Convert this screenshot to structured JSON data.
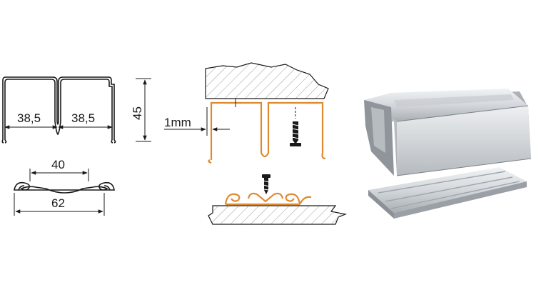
{
  "dimensions": {
    "width_left": "38,5",
    "width_right": "38,5",
    "height": "45",
    "inner_width": "40",
    "outer_width": "62",
    "gap": "1mm"
  },
  "colors": {
    "line": "#1a1a1a",
    "accent": "#e08a30",
    "aluminium_light": "#e4e7ea",
    "aluminium_dark": "#9aa0a6"
  },
  "icons": {
    "screw_top": "screw-icon",
    "screw_bottom": "screw-icon"
  }
}
